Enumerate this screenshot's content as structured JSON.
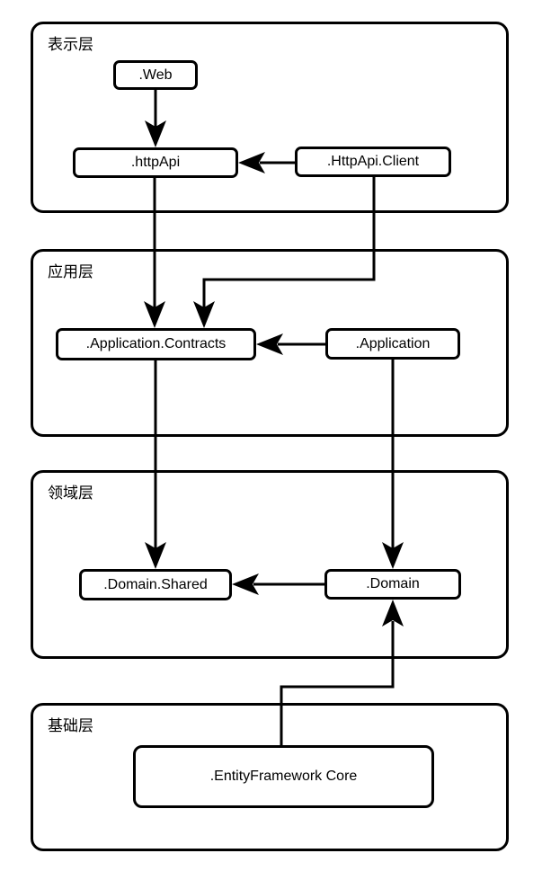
{
  "diagram": {
    "background_color": "#ffffff",
    "stroke_color": "#000000",
    "layers": [
      {
        "id": "presentation",
        "label": "表示层"
      },
      {
        "id": "application",
        "label": "应用层"
      },
      {
        "id": "domain",
        "label": "领域层"
      },
      {
        "id": "infrastructure",
        "label": "基础层"
      }
    ],
    "nodes": {
      "web": {
        "label": ".Web",
        "layer": "表示层"
      },
      "httpapi": {
        "label": ".httpApi",
        "layer": "表示层"
      },
      "httpapi_client": {
        "label": ".HttpApi.Client",
        "layer": "表示层"
      },
      "app_contracts": {
        "label": ".Application.Contracts",
        "layer": "应用层"
      },
      "application": {
        "label": ".Application",
        "layer": "应用层"
      },
      "domain_shared": {
        "label": ".Domain.Shared",
        "layer": "领域层"
      },
      "domain": {
        "label": ".Domain",
        "layer": "领域层"
      },
      "efcore": {
        "label": ".EntityFramework Core",
        "layer": "基础层"
      }
    },
    "edges": [
      {
        "from": ".Web",
        "to": ".httpApi"
      },
      {
        "from": ".HttpApi.Client",
        "to": ".httpApi"
      },
      {
        "from": ".httpApi",
        "to": ".Application.Contracts"
      },
      {
        "from": ".HttpApi.Client",
        "to": ".Application.Contracts"
      },
      {
        "from": ".Application",
        "to": ".Application.Contracts"
      },
      {
        "from": ".Application.Contracts",
        "to": ".Domain.Shared"
      },
      {
        "from": ".Application",
        "to": ".Domain"
      },
      {
        "from": ".Domain",
        "to": ".Domain.Shared"
      },
      {
        "from": ".EntityFramework Core",
        "to": ".Domain"
      }
    ]
  }
}
